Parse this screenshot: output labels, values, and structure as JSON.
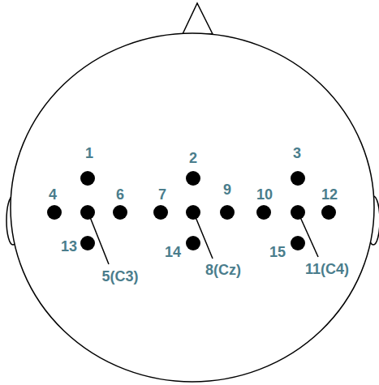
{
  "diagram": {
    "labels": [
      "1",
      "2",
      "3",
      "4",
      "6",
      "7",
      "9",
      "10",
      "12",
      "13",
      "5(C3)",
      "14",
      "8(Cz)",
      "15",
      "11(C4)"
    ]
  }
}
